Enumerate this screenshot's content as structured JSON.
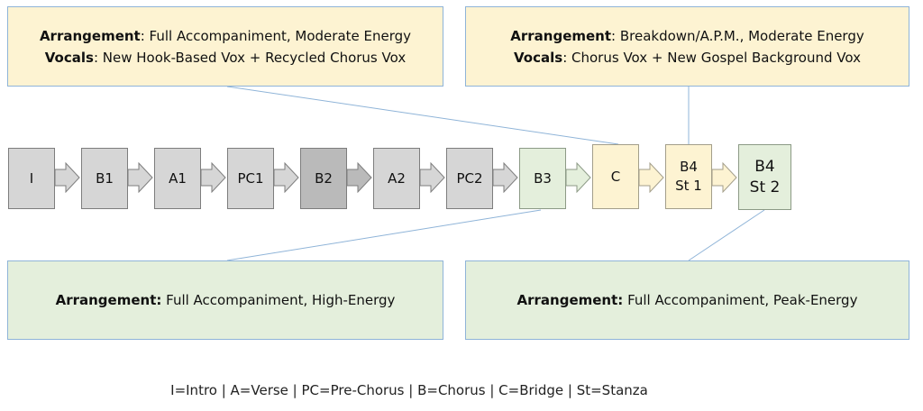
{
  "callouts": {
    "top_left": {
      "line1": {
        "label": "Arrangement",
        "text": ": Full Accompaniment, Moderate Energy"
      },
      "line2": {
        "label": "Vocals",
        "text": ": New Hook-Based Vox + Recycled Chorus Vox"
      }
    },
    "top_right": {
      "line1": {
        "label": "Arrangement",
        "text": ": Breakdown/A.P.M., Moderate Energy"
      },
      "line2": {
        "label": "Vocals",
        "text": ": Chorus Vox + New Gospel Background Vox"
      }
    },
    "bottom_left": {
      "line1": {
        "label": "Arrangement:",
        "text": " Full Accompaniment, High-Energy"
      }
    },
    "bottom_right": {
      "line1": {
        "label": "Arrangement:",
        "text": " Full Accompaniment, Peak-Energy"
      }
    }
  },
  "sections": [
    {
      "label": "I"
    },
    {
      "label": "B1"
    },
    {
      "label": "A1"
    },
    {
      "label": "PC1"
    },
    {
      "label": "B2"
    },
    {
      "label": "A2"
    },
    {
      "label": "PC2"
    },
    {
      "label": "B3"
    },
    {
      "label": "C"
    },
    {
      "label": "B4",
      "sub": "St 1"
    },
    {
      "label": "B4",
      "sub": "St 2"
    }
  ],
  "legend": "I=Intro | A=Verse | PC=Pre-Chorus | B=Chorus | C=Bridge | St=Stanza",
  "colors": {
    "gray_fill": "#d6d6d6",
    "dark_gray_fill": "#bababa",
    "green_fill": "#e4efdc",
    "yellow_fill": "#fdf3d2",
    "callout_border": "#8fb4d8",
    "connector_line": "#8fb4d8"
  }
}
